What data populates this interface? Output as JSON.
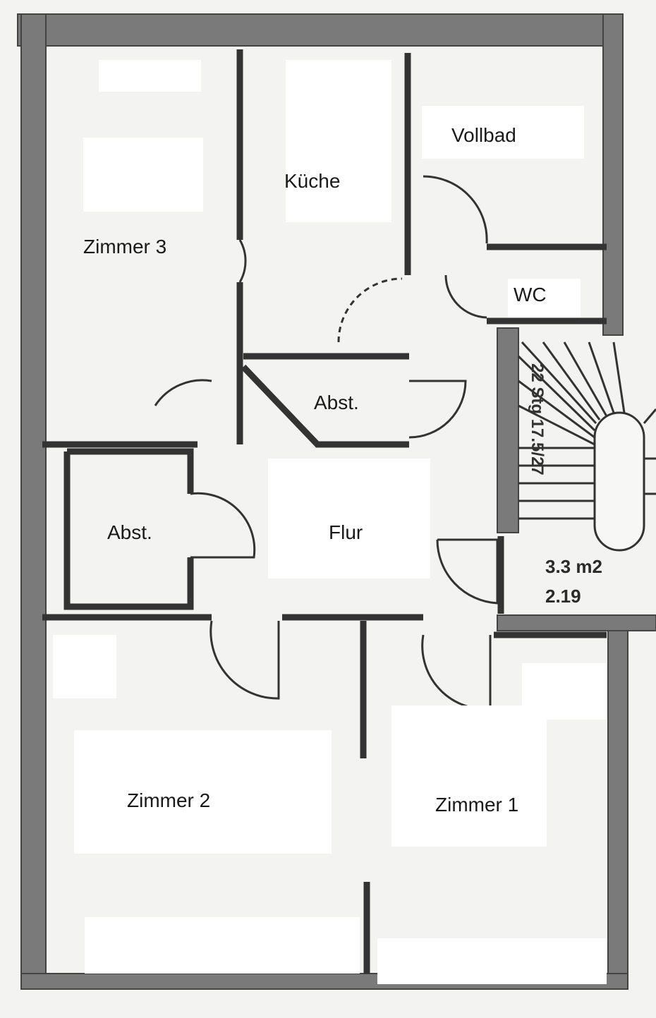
{
  "rooms": {
    "zimmer3": "Zimmer 3",
    "kueche": "Küche",
    "vollbad": "Vollbad",
    "wc": "WC",
    "abst_upper": "Abst.",
    "abst_left": "Abst.",
    "flur": "Flur",
    "zimmer2": "Zimmer 2",
    "zimmer1": "Zimmer 1"
  },
  "stairs": {
    "label": "22 Stg 17.5/27",
    "area": "3.3 m2",
    "height": "2.19"
  }
}
